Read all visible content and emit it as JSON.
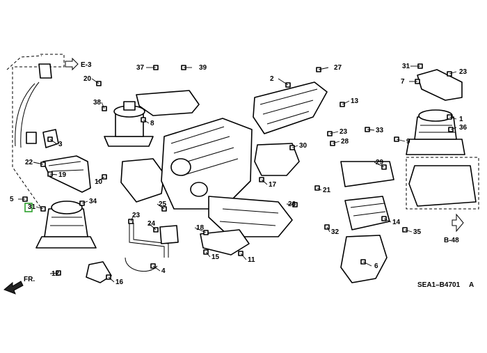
{
  "diagram": {
    "ref_code": "SEA1–B4701",
    "ref_suffix": "A",
    "front_label": "FR.",
    "section_refs": {
      "top_left": "E-3",
      "bottom_right": "B-48"
    },
    "highlight_color": "#2ca02c",
    "callouts": [
      "37",
      "39",
      "20",
      "38",
      "8",
      "2",
      "27",
      "31",
      "7",
      "1",
      "23",
      "6",
      "31",
      "5",
      "3",
      "22",
      "19",
      "10",
      "23",
      "25",
      "24",
      "4",
      "16",
      "17",
      "18",
      "15",
      "11",
      "30",
      "34",
      "12",
      "33",
      "23",
      "28",
      "29",
      "14",
      "13",
      "26",
      "21",
      "35",
      "36",
      "9",
      "32"
    ]
  }
}
